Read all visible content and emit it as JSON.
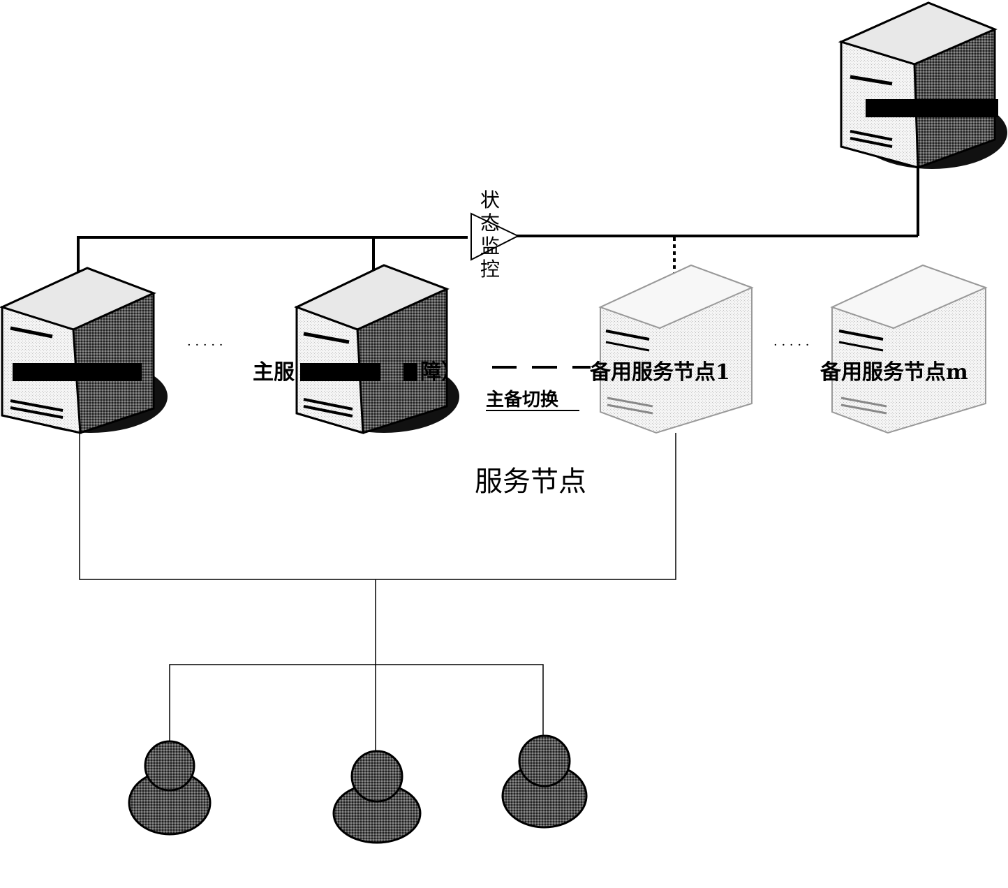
{
  "diagram": {
    "monitor_label": "状态监控",
    "switch_label": "主备切换",
    "service_nodes_label": "服务节点",
    "primary_node_label_partial_left": "主服",
    "primary_node_label_partial_right": "障）",
    "backup_node_1_label": "备用服务节点1",
    "backup_node_m_label": "备用服务节点m",
    "ellipsis_1": "· · · · ·",
    "ellipsis_2": "· · · · ·"
  },
  "colors": {
    "line": "#000000",
    "server_dark": "#3a3a3a",
    "server_light": "#d9d9d9",
    "user": "#2a2a2a"
  },
  "icons": [
    "monitor-server-icon",
    "server-icon",
    "backup-server-icon",
    "user-icon",
    "triangle-amplifier-icon"
  ]
}
